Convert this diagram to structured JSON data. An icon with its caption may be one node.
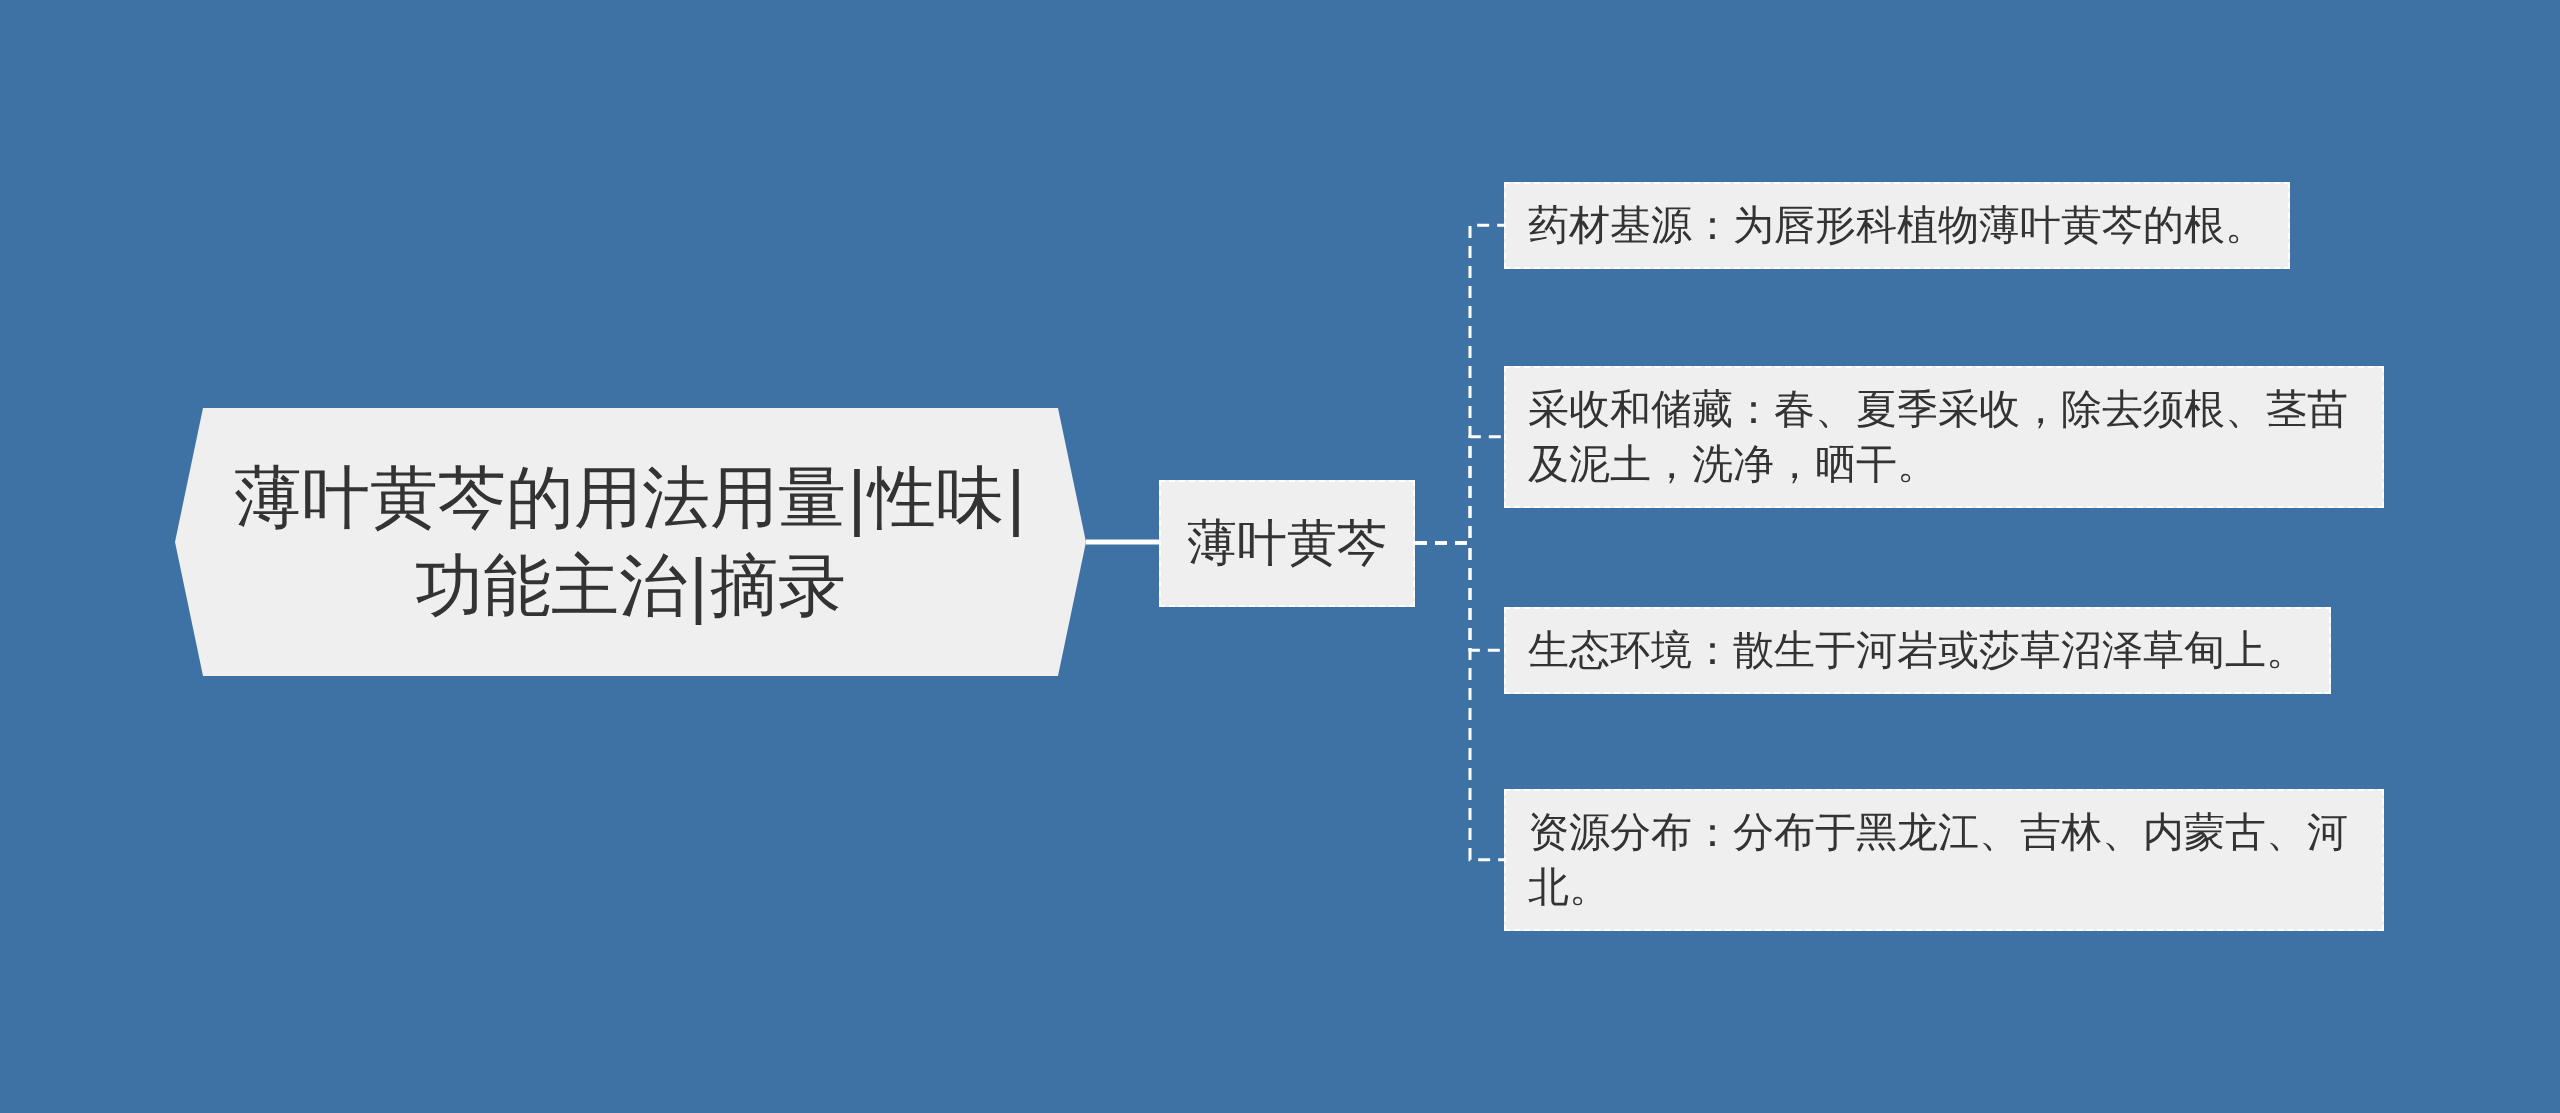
{
  "diagram": {
    "nodes": [
      {
        "text": [
          "薄叶黄芩的用法用量|性味|功能主治|摘录"
        ]
      },
      {
        "text": [
          "薄叶黄芩"
        ]
      },
      {
        "text": [
          "药材基源：为唇形科植物薄叶黄芩的根。"
        ]
      },
      {
        "text": [
          "采收和储藏：春、夏季采收，除去须根、茎苗及泥土，洗净，晒干。"
        ]
      },
      {
        "text": [
          "生态环境：散生于河岩或莎草沼泽草甸上。"
        ]
      },
      {
        "text": [
          "资源分布：分布于黑龙江、吉林、内蒙古、河北。"
        ]
      }
    ],
    "edges": [
      {
        "from": 0,
        "to": 1,
        "arrow": "none"
      },
      {
        "from": 1,
        "to": 2,
        "arrow": "none",
        "style": "dashed"
      },
      {
        "from": 1,
        "to": 3,
        "arrow": "none",
        "style": "dashed"
      },
      {
        "from": 1,
        "to": 4,
        "arrow": "none",
        "style": "dashed"
      },
      {
        "from": 1,
        "to": 5,
        "arrow": "none",
        "style": "dashed"
      }
    ]
  }
}
